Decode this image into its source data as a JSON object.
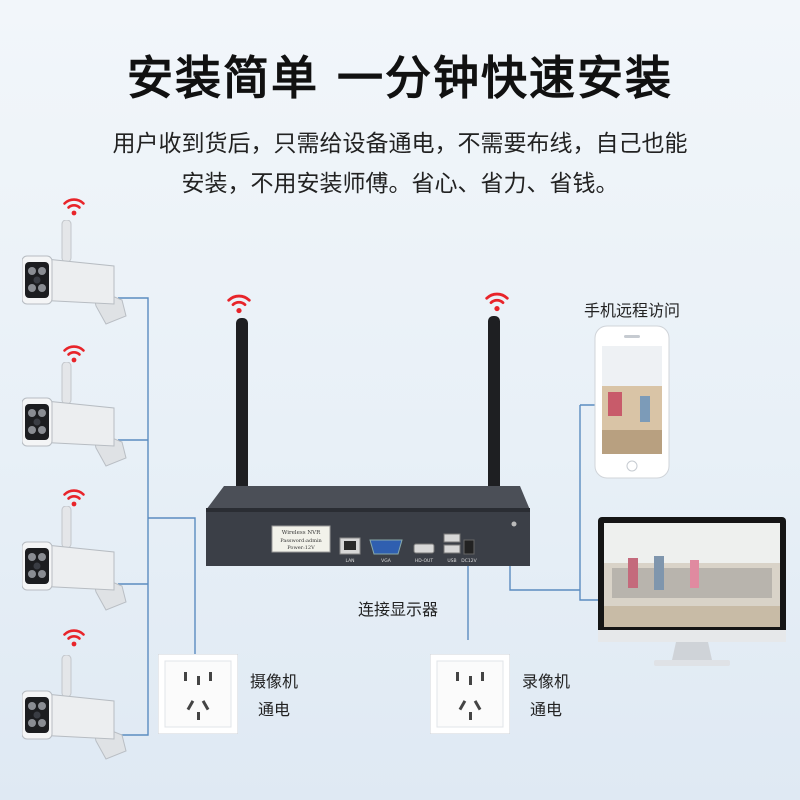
{
  "headline": "安装简单 一分钟快速安装",
  "description": {
    "line1": "用户收到货后，只需给设备通电，不需要布线，自己也能",
    "line2": "安装，不用安装师傅。省心、省力、省钱。"
  },
  "labels": {
    "phone": "手机远程访问",
    "monitor": "连接显示器",
    "camera_power_1": "摄像机",
    "camera_power_2": "通电",
    "nvr_power_1": "录像机",
    "nvr_power_2": "通电"
  },
  "nvr": {
    "label_line1": "Wireless NVR",
    "label_line2": "Password:admin",
    "label_line3": "Power:12V",
    "port_lan": "LAN",
    "port_vga": "VGA",
    "port_hdmi": "HD-OUT",
    "port_usb": "USB",
    "port_dc": "DC12V"
  },
  "colors": {
    "line": "#5b8cc0",
    "wifi": "#e8242a",
    "nvr_body": "#3b3f47",
    "camera_body": "#eceef0"
  },
  "icons": [
    "wifi-signal-icon",
    "ip-camera-icon",
    "nvr-recorder-icon",
    "smartphone-icon",
    "monitor-icon",
    "power-socket-icon"
  ]
}
